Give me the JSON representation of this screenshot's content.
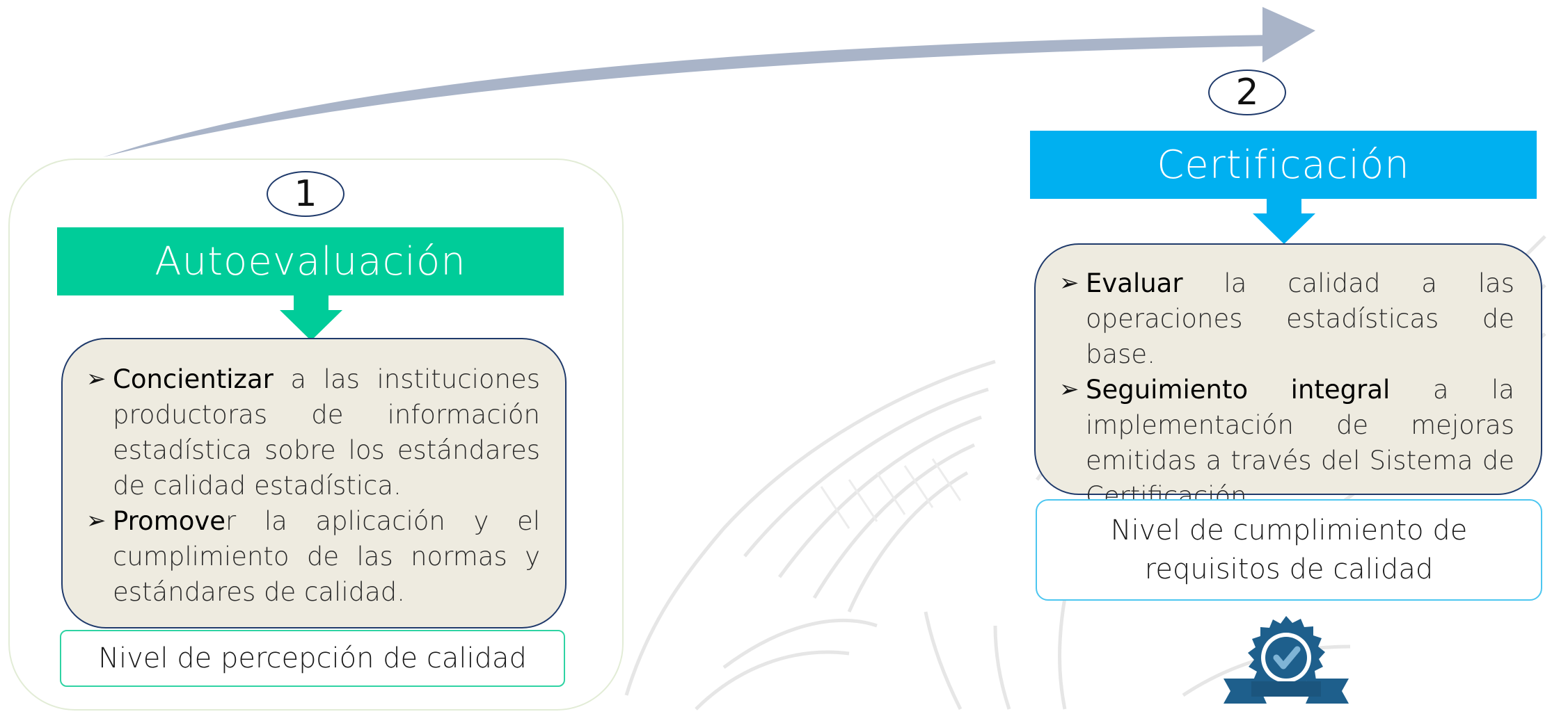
{
  "diagram": {
    "step1": {
      "number": "1",
      "title": "Autoevaluación",
      "bullets": [
        {
          "lead": "Concientizar",
          "rest": " a las instituciones productoras de información estadística sobre los estándares de calidad estadística."
        },
        {
          "lead": "Promove",
          "rest": "r la aplicación y el cumplimiento de las normas y estándares de calidad."
        }
      ],
      "level": "Nivel de percepción de calidad"
    },
    "step2": {
      "number": "2",
      "title": "Certificación",
      "bullets": [
        {
          "lead": "Evaluar",
          "rest": " la calidad a las operaciones estadísticas de base."
        },
        {
          "lead": "Seguimiento integral",
          "rest": " a la implementación de mejoras emitidas a través del Sistema de Certificación."
        }
      ],
      "level": "Nivel de cumplimiento de requisitos de calidad"
    },
    "colors": {
      "step1_header": "#00cc99",
      "step2_header": "#00b0f0",
      "content_bg": "#eeebe0",
      "content_border": "#1f3a6b",
      "progress_arrow": "#a9b4c8",
      "badge": "#1e5f8c"
    },
    "icons": [
      "progress-arrow-icon",
      "certification-badge-icon",
      "bullet-arrow-icon"
    ]
  }
}
